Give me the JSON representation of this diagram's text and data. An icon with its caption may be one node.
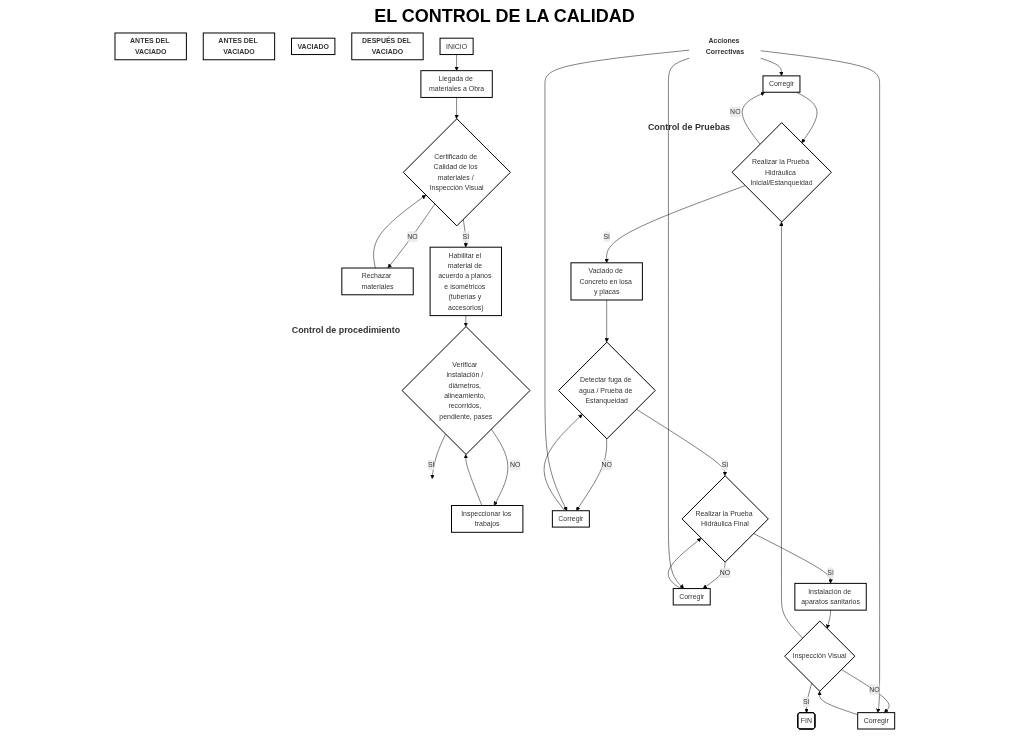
{
  "diagram": {
    "title": "EL CONTROL DE LA CALIDAD",
    "nodes": [
      {
        "text": [
          "INICIO"
        ]
      },
      {
        "text": [
          "Llegada de materiales a Obra"
        ]
      },
      {
        "text": [
          "Certificado de Calidad de los materiales / Inspección Visual"
        ]
      },
      {
        "text": [
          "Rechazar materiales"
        ]
      },
      {
        "text": [
          "Habilitar el material de acuerdo a planos e isométricos (tuberías y accesorios)"
        ]
      },
      {
        "text": [
          "Verificar instalación / diámetros, alineamiento, recorridos, pendiente, pases"
        ],
        "beside": [
          "Control de procedimiento"
        ]
      },
      {
        "text": [
          "Inspeccionar los trabajos"
        ]
      },
      {
        "text": [
          "Realizar la Prueba Hidráulica Inicial/Estanqueidad"
        ],
        "beside": [
          "Control de Pruebas"
        ]
      },
      {
        "text": [
          "Corregir"
        ]
      },
      {
        "text": [
          "Vaciado de Concreto en losa y placas"
        ]
      },
      {
        "text": [
          "Detectar fuga de agua / Prueba de Estanqueidad"
        ]
      },
      {
        "text": [
          "Corregir"
        ]
      },
      {
        "text": [
          "Realizar la Prueba Hidráulica Final"
        ]
      },
      {
        "text": [
          "Corregir"
        ]
      },
      {
        "text": [
          "Instalación de aparatos sanitarios"
        ]
      },
      {
        "text": [
          "Inspección Visual"
        ]
      },
      {
        "text": [
          "Corregir"
        ]
      },
      {
        "text": [
          "FIN"
        ]
      },
      {
        "text": [
          "Acciones Correctivas"
        ]
      },
      {
        "text": [
          "ANTES DEL VACIADO"
        ]
      },
      {
        "text": [
          "ANTES DEL VACIADO"
        ]
      },
      {
        "text": [
          "VACIADO"
        ]
      },
      {
        "text": [
          "DESPUÉS DEL VACIADO"
        ]
      }
    ],
    "edges": [
      {
        "from": 0,
        "to": 1,
        "arrow": "to"
      },
      {
        "from": 1,
        "to": 2,
        "arrow": "to"
      },
      {
        "from": 2,
        "to": 3,
        "label": "NO",
        "arrow": "to"
      },
      {
        "from": 3,
        "to": 2,
        "arrow": "to"
      },
      {
        "from": 2,
        "to": 4,
        "label": "SI",
        "arrow": "to"
      },
      {
        "from": 4,
        "to": 5,
        "arrow": "to"
      },
      {
        "from": 5,
        "to": 6,
        "label": "NO",
        "arrow": "to"
      },
      {
        "from": 6,
        "to": 5,
        "arrow": "to"
      },
      {
        "from": 5,
        "to": null,
        "label": "SI",
        "arrow": "to"
      },
      {
        "from": 7,
        "to": 8,
        "label": "NO",
        "arrow": "to"
      },
      {
        "from": 8,
        "to": 7,
        "arrow": "to"
      },
      {
        "from": 7,
        "to": 9,
        "label": "SI",
        "arrow": "to"
      },
      {
        "from": 9,
        "to": 10,
        "arrow": "to"
      },
      {
        "from": 10,
        "to": 11,
        "label": "NO",
        "arrow": "to"
      },
      {
        "from": 11,
        "to": 10,
        "arrow": "to"
      },
      {
        "from": 10,
        "to": 12,
        "label": "SI",
        "arrow": "to"
      },
      {
        "from": 12,
        "to": 13,
        "label": "NO",
        "arrow": "to"
      },
      {
        "from": 13,
        "to": 12,
        "arrow": "to"
      },
      {
        "from": 12,
        "to": 14,
        "label": "SI",
        "arrow": "to"
      },
      {
        "from": 14,
        "to": 15,
        "arrow": "to"
      },
      {
        "from": 15,
        "to": 16,
        "label": "NO",
        "arrow": "to"
      },
      {
        "from": 16,
        "to": 15,
        "arrow": "to"
      },
      {
        "from": 15,
        "to": 17,
        "label": "SI",
        "arrow": "to"
      },
      {
        "from": 15,
        "to": 7,
        "arrow": "to"
      },
      {
        "from": 18,
        "to": 8,
        "arrow": "to"
      },
      {
        "from": 18,
        "to": 11,
        "arrow": "to"
      },
      {
        "from": 18,
        "to": 13,
        "arrow": "to"
      },
      {
        "from": 18,
        "to": 16,
        "arrow": "to"
      }
    ]
  }
}
